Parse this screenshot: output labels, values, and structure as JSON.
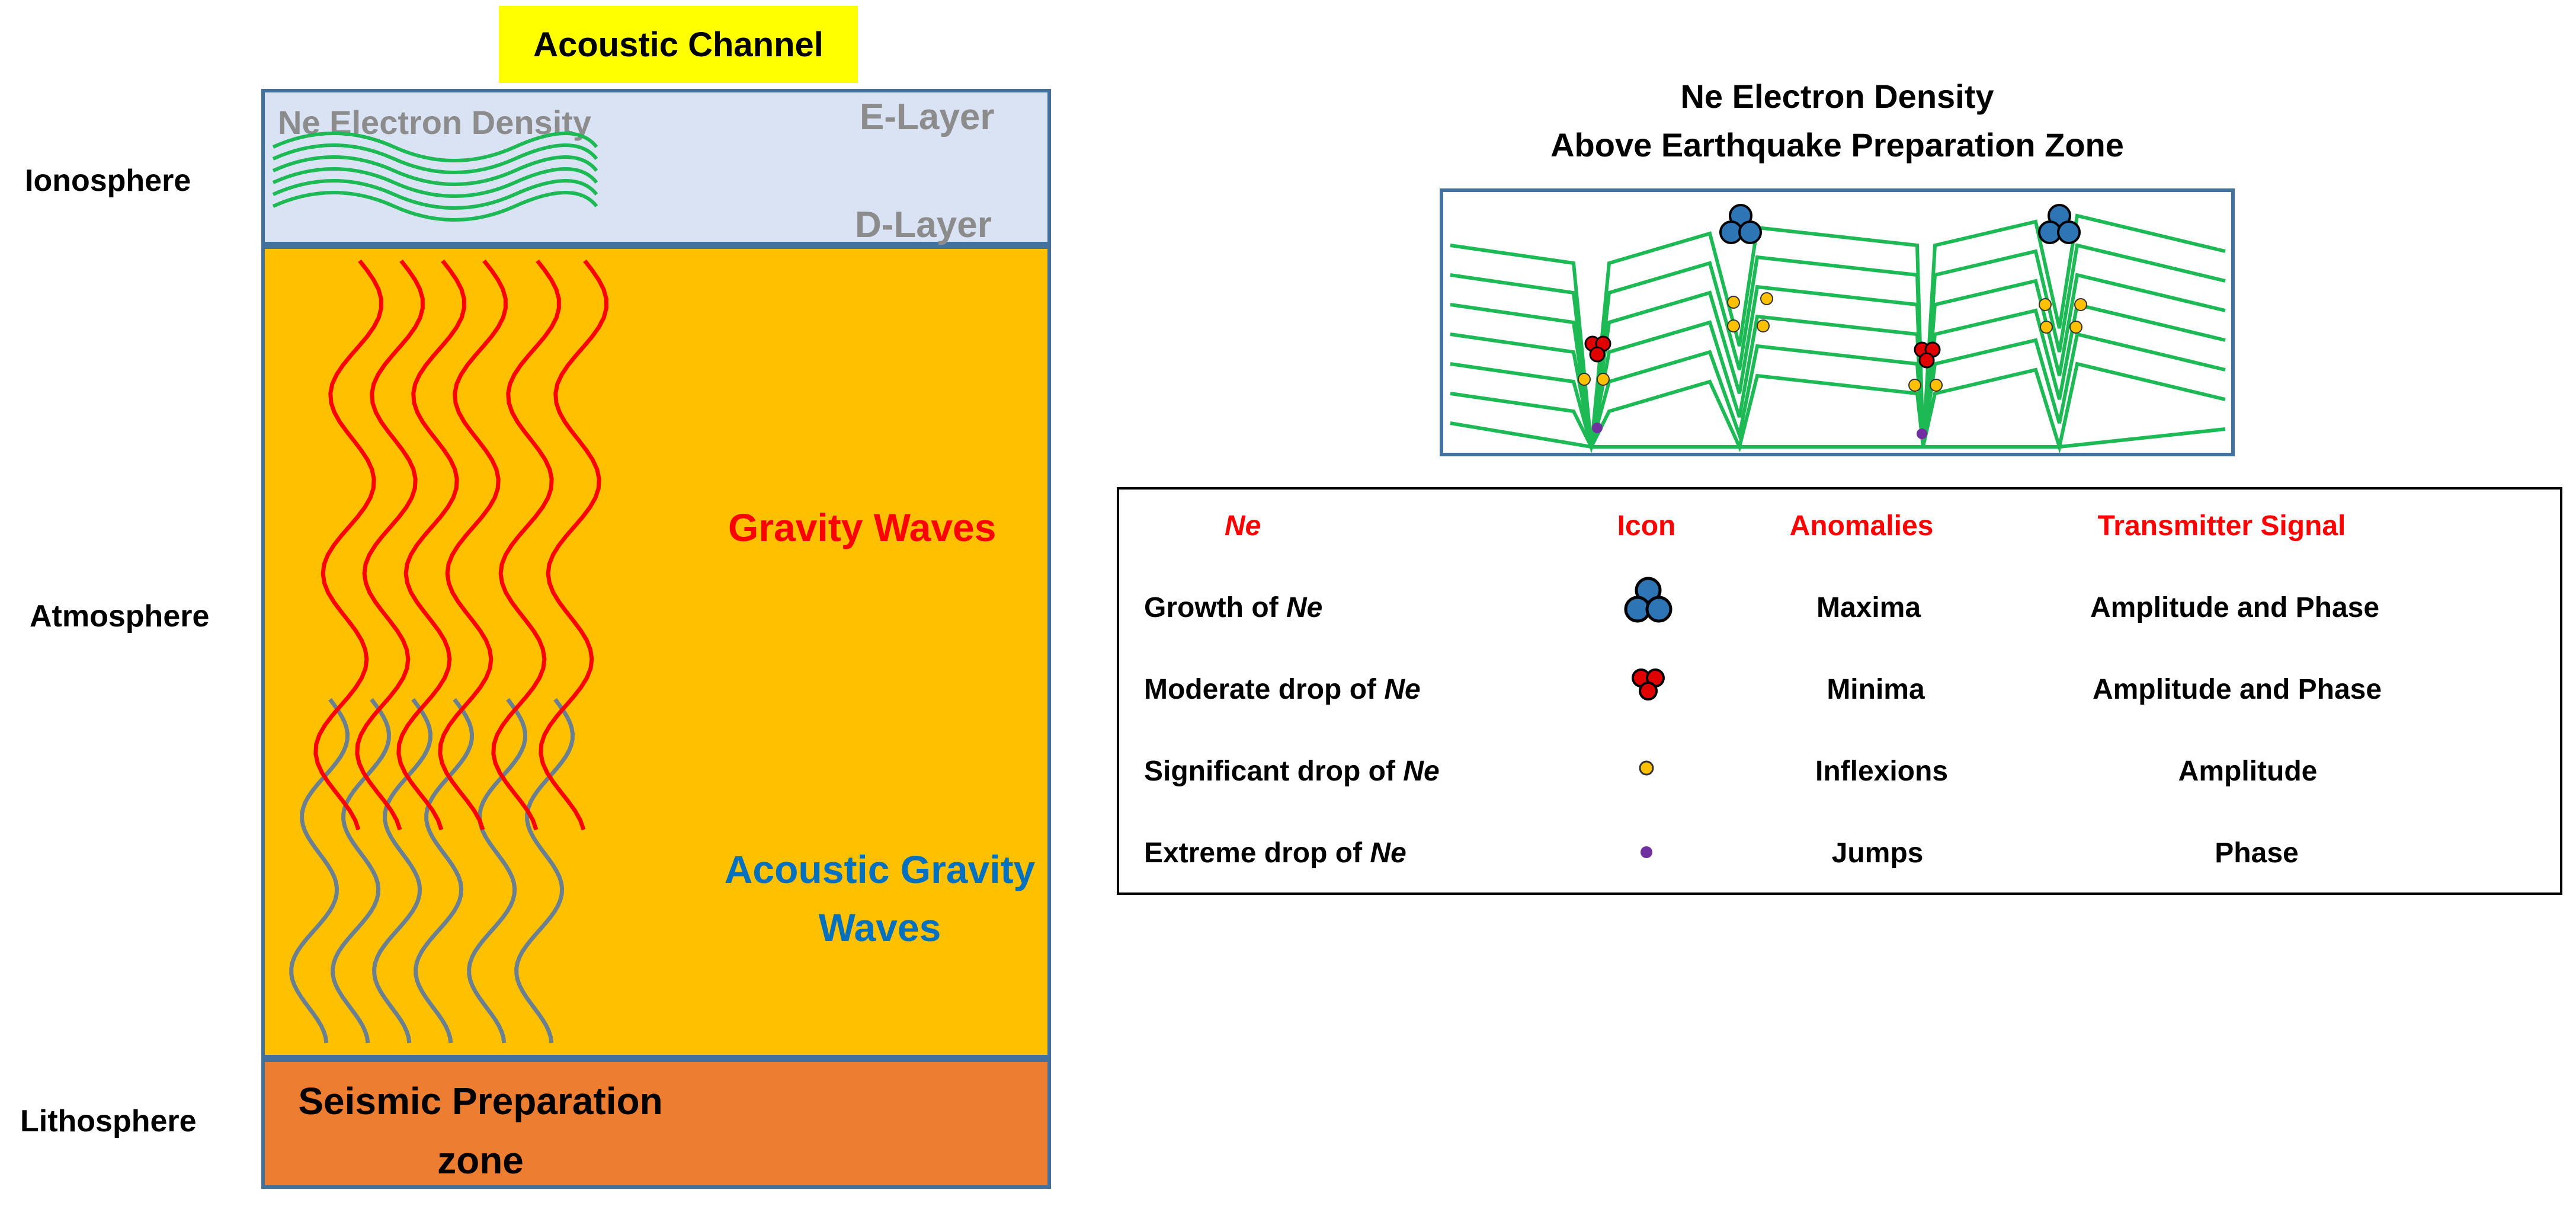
{
  "channel_title": "Acoustic Channel",
  "layers": {
    "ionosphere": "Ionosphere",
    "atmosphere": "Atmosphere",
    "lithosphere": "Lithosphere"
  },
  "ionosphere_box": {
    "ne_label": "Ne Electron Density",
    "e_layer": "E-Layer",
    "d_layer": "D-Layer"
  },
  "atmosphere_box": {
    "gravity_waves": "Gravity Waves",
    "acoustic_line1": "Acoustic Gravity",
    "acoustic_line2": "Waves"
  },
  "lithosphere_box": {
    "seismic_line1": "Seismic Preparation",
    "seismic_line2": "zone"
  },
  "ne_panel": {
    "title_line1": "Ne Electron Density",
    "title_line2": "Above Earthquake Preparation Zone"
  },
  "legend": {
    "headers": {
      "ne": "Ne",
      "icon": "Icon",
      "anomalies": "Anomalies",
      "signal": "Transmitter Signal"
    },
    "rows": [
      {
        "prefix": "Growth of ",
        "ne": "Ne",
        "icon": "maxima-cluster",
        "anomaly": "Maxima",
        "signal": "Amplitude and Phase"
      },
      {
        "prefix": "Moderate drop of ",
        "ne": "Ne",
        "icon": "minima-cluster",
        "anomaly": "Minima",
        "signal": "Amplitude and Phase"
      },
      {
        "prefix": "Significant drop of ",
        "ne": "Ne",
        "icon": "inflexion-dot",
        "anomaly": "Inflexions",
        "signal": "Amplitude"
      },
      {
        "prefix": "Extreme drop of ",
        "ne": "Ne",
        "icon": "jump-dot",
        "anomaly": "Jumps",
        "signal": "Phase"
      }
    ]
  },
  "colors": {
    "gravity_wave": "#ff0000",
    "acoustic_wave": "#6a8090",
    "ne_line": "#1db954",
    "maxima": "#2e75b6",
    "minima": "#e00000",
    "inflexion": "#ffc000",
    "jump": "#7030a0"
  }
}
